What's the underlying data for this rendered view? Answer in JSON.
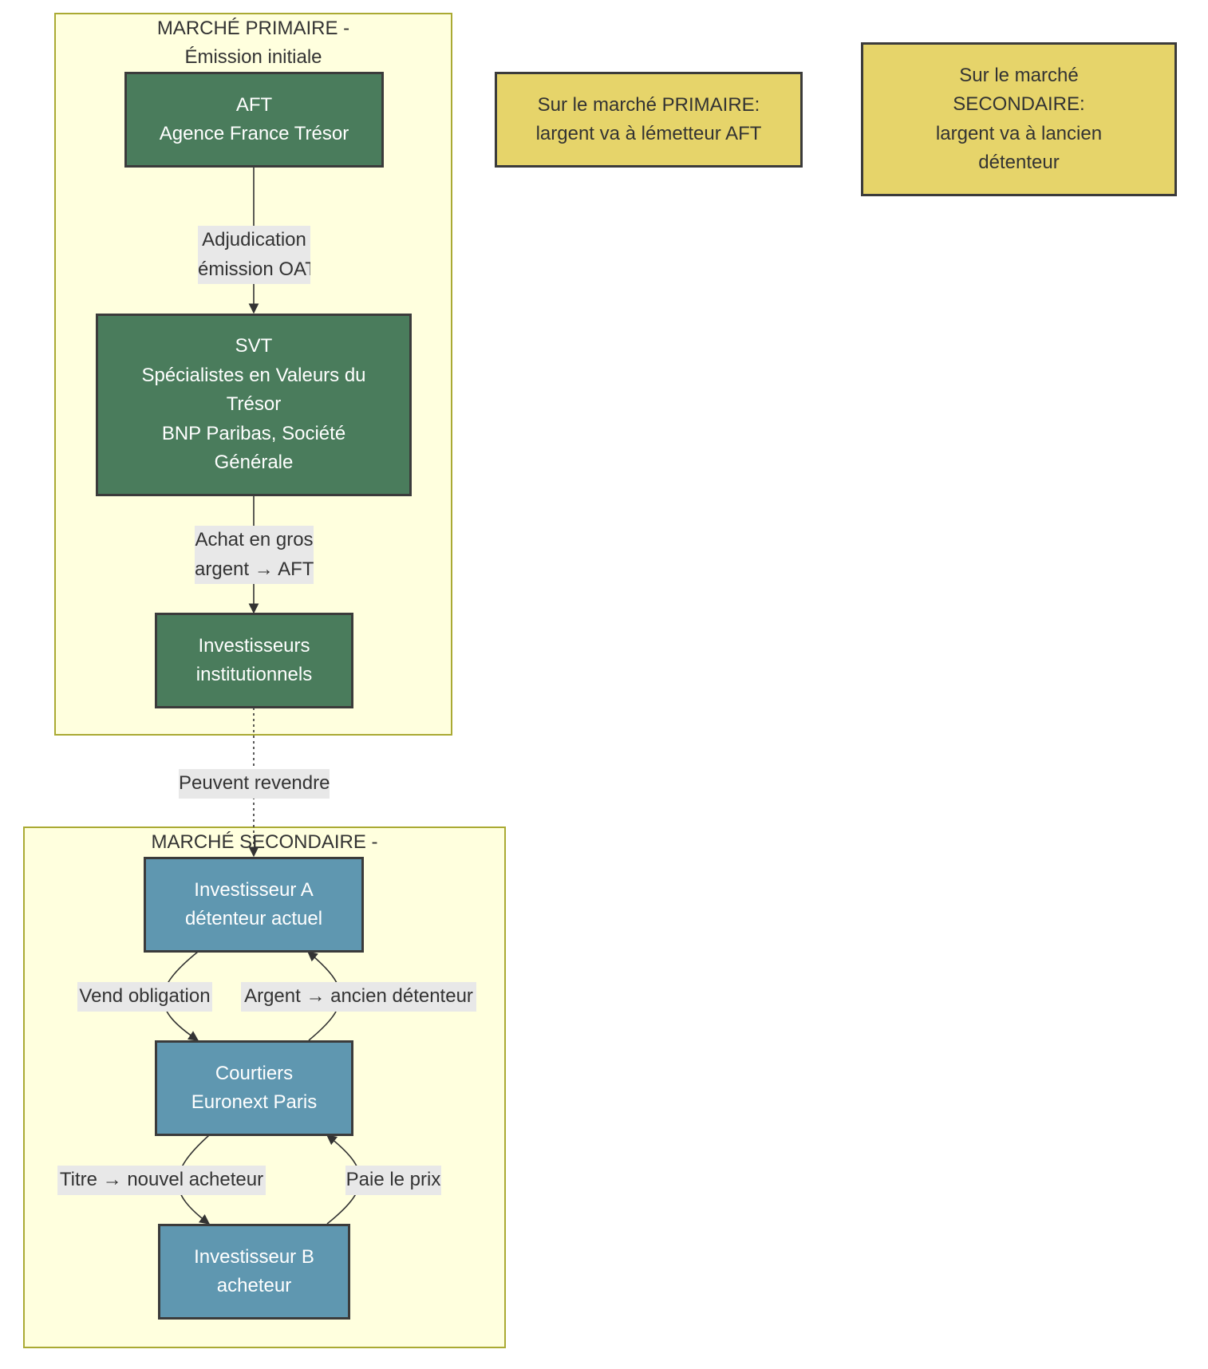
{
  "colors": {
    "cluster_fill": "#ffffde",
    "cluster_border": "#aaaa33",
    "primary_node": "#4a7c5c",
    "secondary_node": "#5f97b0",
    "note_fill": "#e6d46a",
    "edge": "#333333",
    "edge_label_bg": "#e8e8e8"
  },
  "clusters": {
    "primary": {
      "title_line1": "MARCHÉ PRIMAIRE -",
      "title_line2": "Émission initiale"
    },
    "secondary": {
      "title_line1": "MARCHÉ SECONDAIRE -"
    }
  },
  "nodes": {
    "aft": {
      "line1": "AFT",
      "line2": "Agence France Trésor"
    },
    "svt": {
      "line1": "SVT",
      "line2": "Spécialistes en Valeurs du",
      "line3": "Trésor",
      "line4": "BNP Paribas, Société",
      "line5": "Générale"
    },
    "inst": {
      "line1": "Investisseurs",
      "line2": "institutionnels"
    },
    "inv_a": {
      "line1": "Investisseur A",
      "line2": "détenteur actuel"
    },
    "courtiers": {
      "line1": "Courtiers",
      "line2": "Euronext Paris"
    },
    "inv_b": {
      "line1": "Investisseur B",
      "line2": "acheteur"
    }
  },
  "notes": {
    "primary_note": {
      "line1": "Sur le marché PRIMAIRE:",
      "line2": "largent va à lémetteur AFT"
    },
    "secondary_note": {
      "line1": "Sur le marché",
      "line2": "SECONDAIRE:",
      "line3": "largent va à lancien",
      "line4": "détenteur"
    }
  },
  "edges": {
    "aft_svt": {
      "line1": "Adjudication",
      "line2": "émission OAT"
    },
    "svt_inst": {
      "line1": "Achat en gros",
      "line2": "argent → AFT"
    },
    "inst_inva": {
      "line1": "Peuvent revendre"
    },
    "inva_court": {
      "line1": "Vend obligation"
    },
    "court_inva": {
      "line1": "Argent → ancien détenteur"
    },
    "court_invb": {
      "line1": "Titre → nouvel acheteur"
    },
    "invb_court": {
      "line1": "Paie le prix"
    }
  }
}
